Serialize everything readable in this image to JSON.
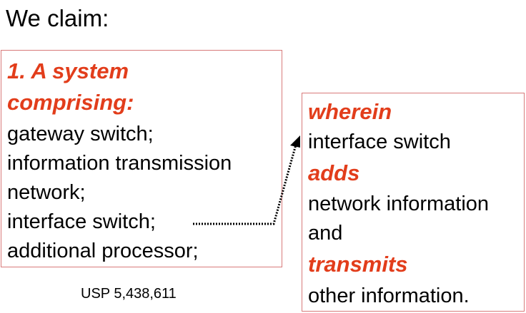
{
  "heading": "We claim:",
  "claim": {
    "number_and_preamble": [
      "1. A system",
      "comprising:"
    ],
    "elements": [
      "gateway switch;",
      "information transmission",
      "network;",
      "interface switch;",
      "additional processor;"
    ]
  },
  "wherein": {
    "keyword_wherein": "wherein",
    "line_subject": "interface switch",
    "keyword_adds": "adds",
    "line_object1": "network information",
    "line_and": "and",
    "keyword_transmits": "transmits",
    "line_object2": "other information."
  },
  "patent_reference": "USP 5,438,611",
  "colors": {
    "emphasis": "#e23d1b",
    "box_border": "#d87a7a"
  }
}
